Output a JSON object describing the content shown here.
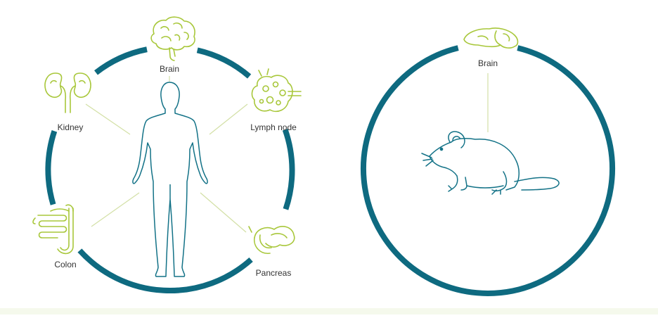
{
  "labels": {
    "human_brain": "Brain",
    "kidney": "Kidney",
    "lymph_node": "Lymph node",
    "colon": "Colon",
    "pancreas": "Pancreas",
    "mouse_brain": "Brain"
  },
  "icons": {
    "human": "human-body-icon",
    "mouse": "mouse-icon",
    "brain": "brain-icon",
    "kidney": "kidney-icon",
    "lymph_node": "lymph-node-icon",
    "colon": "colon-icon",
    "pancreas": "pancreas-icon"
  },
  "colors": {
    "ring": "#0e6a80",
    "organ": "#a8c73a",
    "connector": "#d3e0a6",
    "outline": "#137287",
    "text": "#333333"
  }
}
